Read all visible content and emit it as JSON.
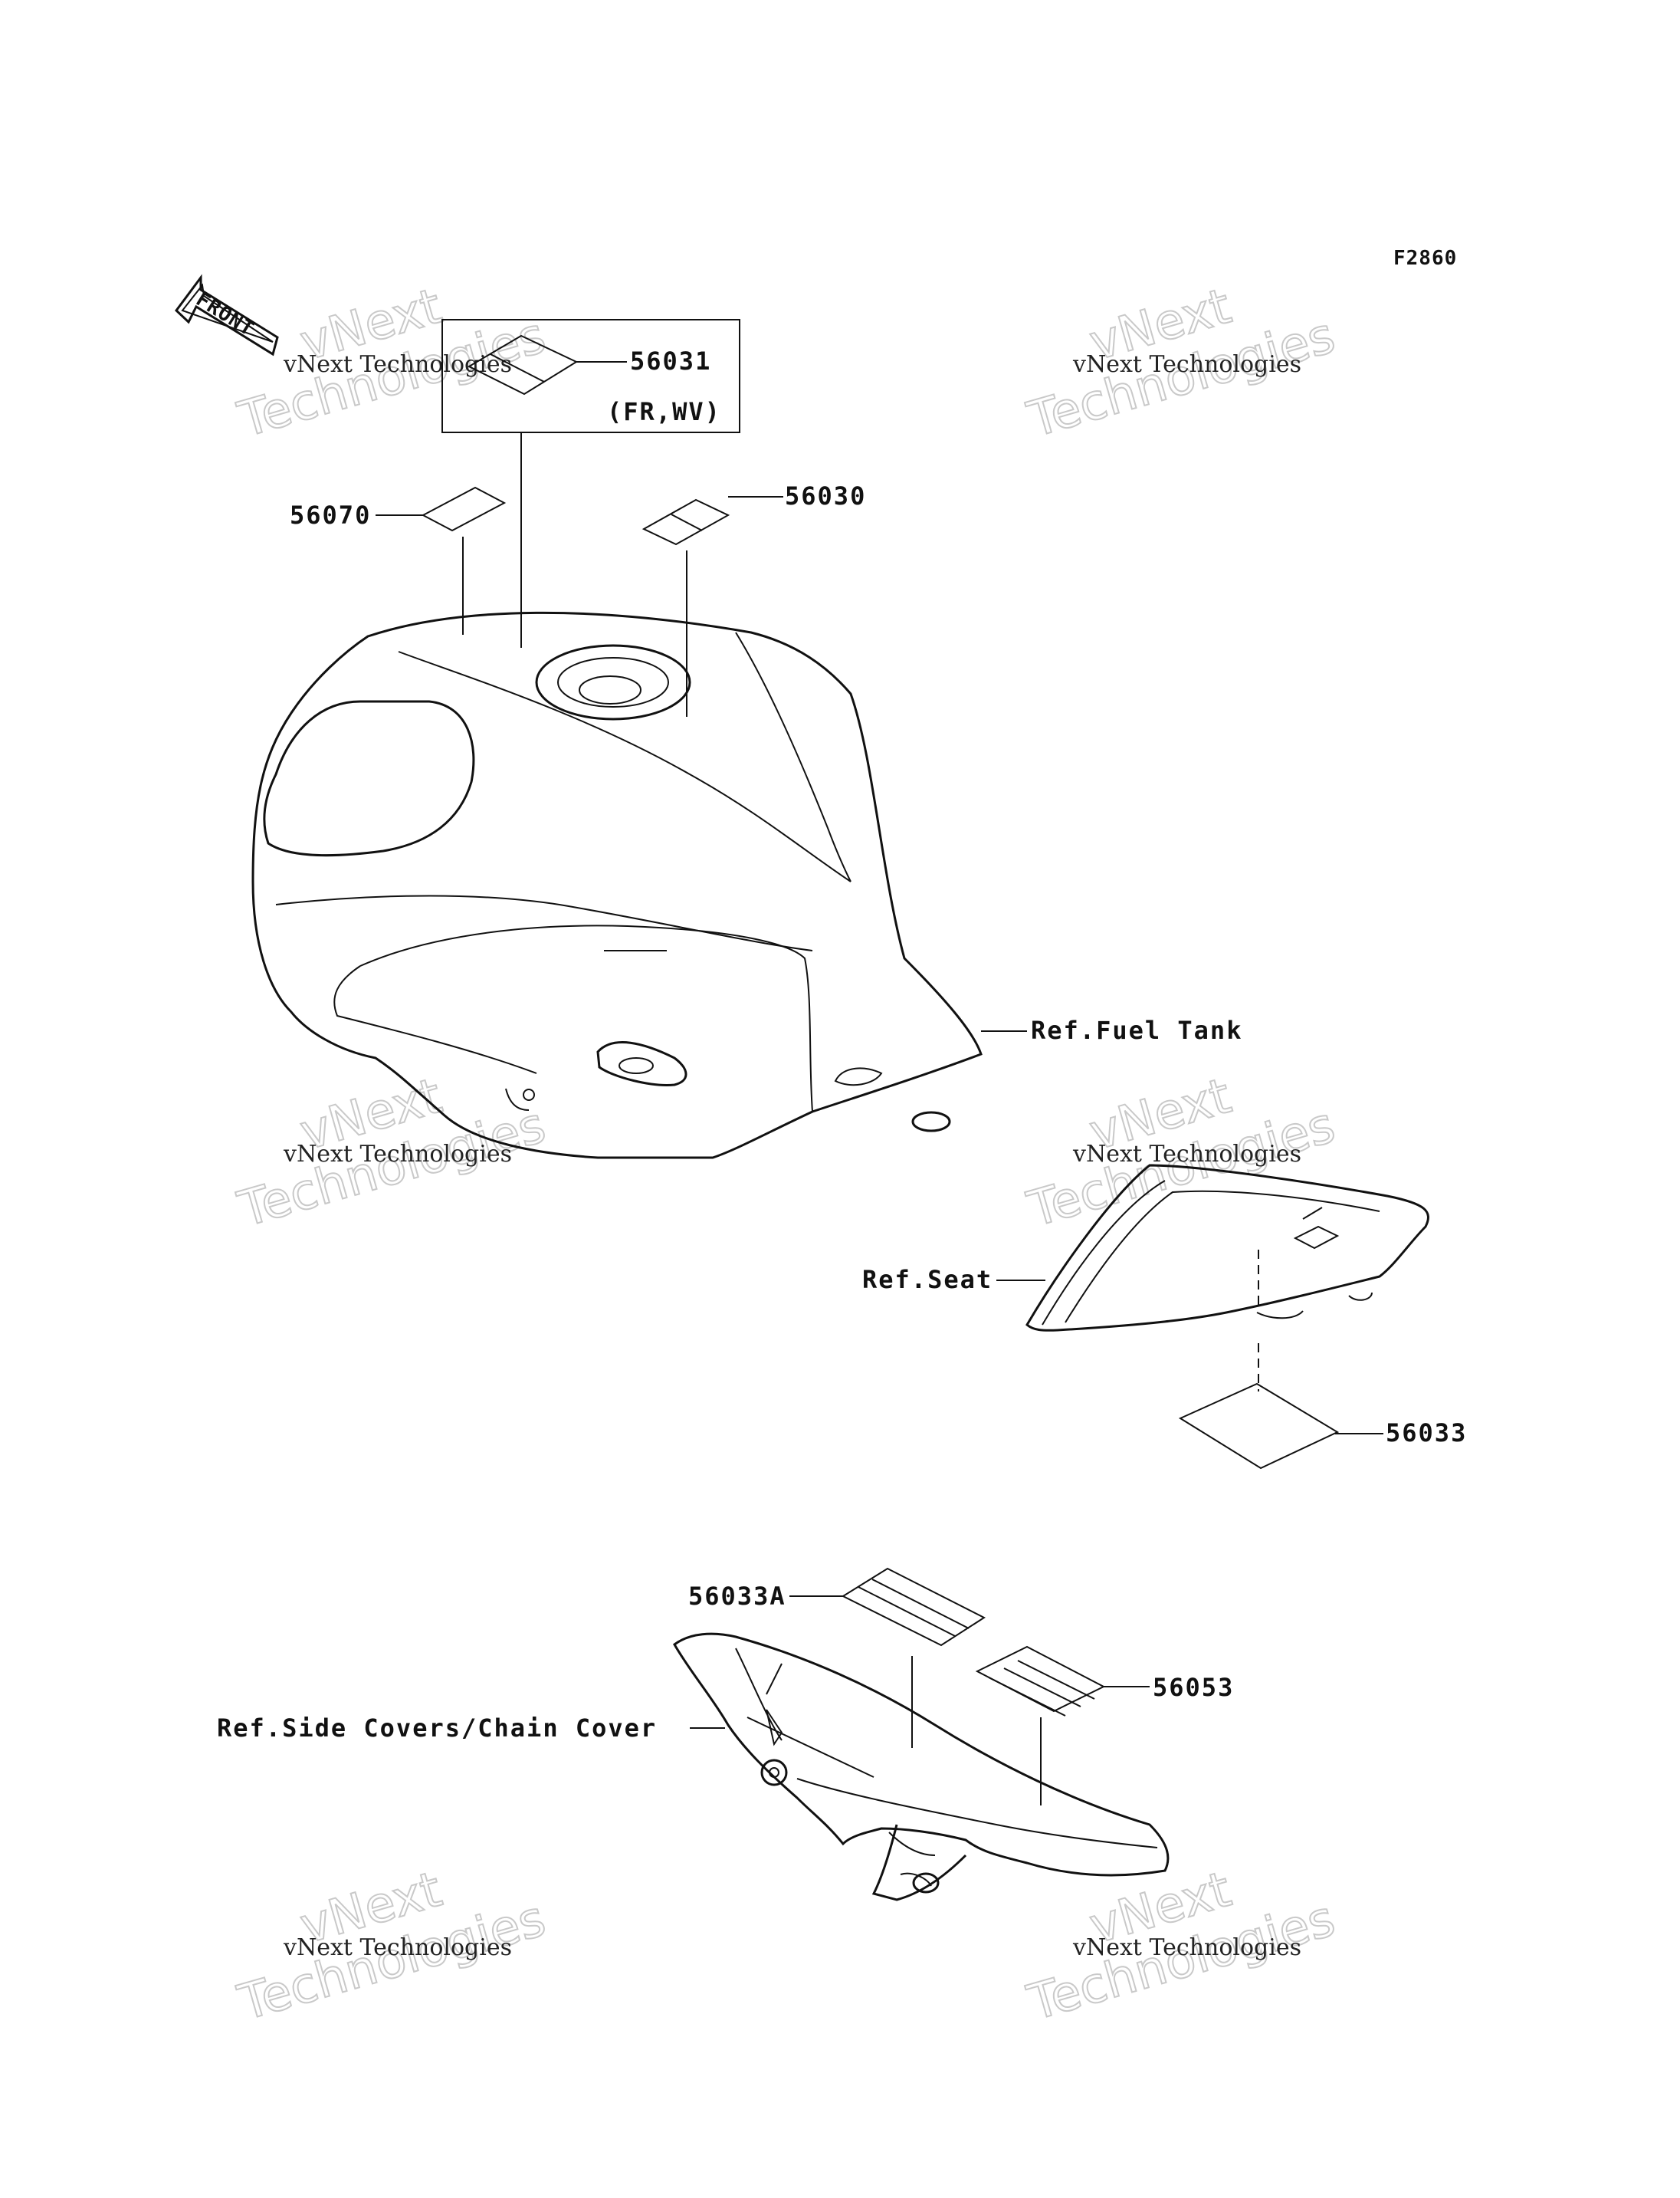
{
  "figure_code": "F2860",
  "front_marker": "FRONT",
  "variant_note": "(FR,WV)",
  "part_labels": {
    "p56031": "56031",
    "p56030": "56030",
    "p56070": "56070",
    "p56033": "56033",
    "p56033A": "56033A",
    "p56053": "56053"
  },
  "references": {
    "fuel_tank": "Ref.Fuel Tank",
    "seat": "Ref.Seat",
    "side_covers": "Ref.Side Covers/Chain Cover"
  },
  "watermark": {
    "line1": "vNext Technologies",
    "line2": "vNext",
    "line3": "Technologies"
  }
}
